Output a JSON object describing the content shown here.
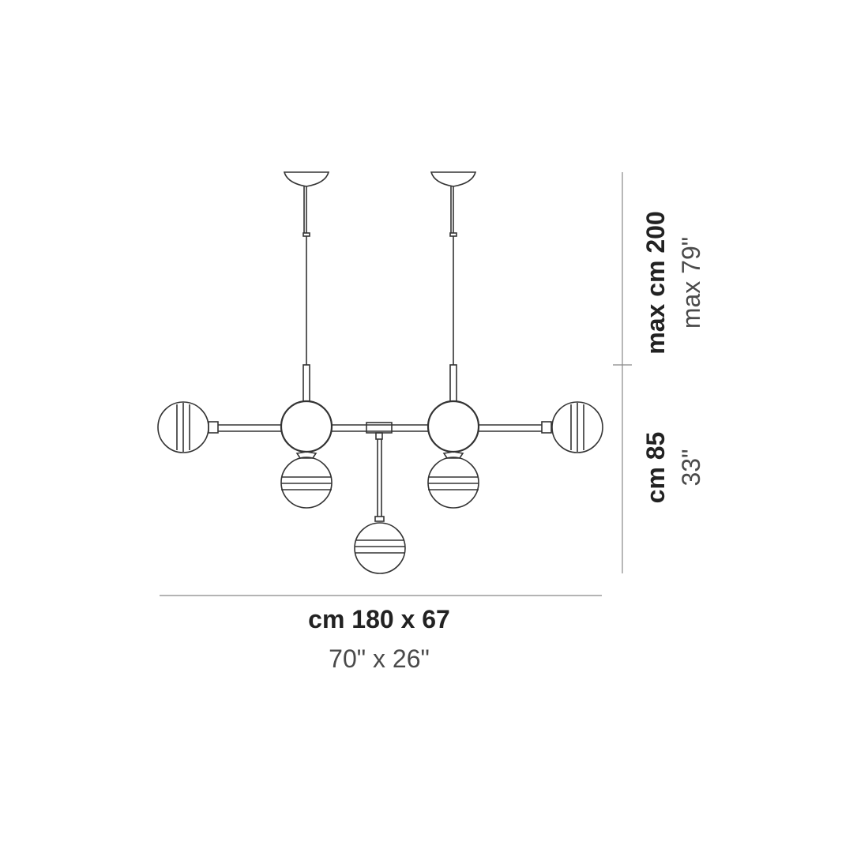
{
  "dimensions": {
    "width_cm": "cm 180 x 67",
    "width_in": "70\" x 26\"",
    "max_drop_cm": "max cm 200",
    "max_drop_in": "max 79\"",
    "body_height_cm": "cm 85",
    "body_height_in": "33\""
  },
  "colors": {
    "line": "#333333",
    "text_bold": "#222222",
    "text_light": "#4a4a4a",
    "dimension_line": "#888888"
  }
}
